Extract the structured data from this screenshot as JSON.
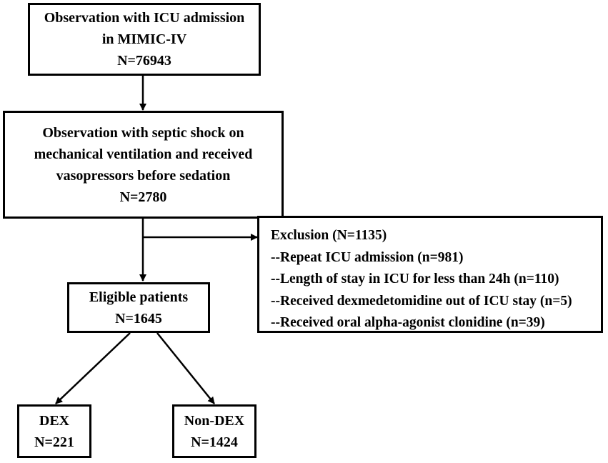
{
  "boxes": {
    "icu_admission": {
      "lines": [
        "Observation with ICU admission",
        "in MIMIC-IV",
        "N=76943"
      ]
    },
    "septic_shock": {
      "lines": [
        "Observation with septic shock on",
        "mechanical ventilation and received",
        "vasopressors before sedation",
        "N=2780"
      ]
    },
    "exclusion": {
      "lines": [
        "Exclusion (N=1135)",
        "--Repeat ICU admission (n=981)",
        "--Length of stay in ICU for less than 24h (n=110)",
        "--Received dexmedetomidine out of ICU stay (n=5)",
        "--Received oral alpha-agonist clonidine (n=39)"
      ]
    },
    "eligible": {
      "lines": [
        "Eligible patients",
        "N=1645"
      ]
    },
    "dex": {
      "lines": [
        "DEX",
        "N=221"
      ]
    },
    "non_dex": {
      "lines": [
        "Non-DEX",
        "N=1424"
      ]
    }
  },
  "colors": {
    "stroke": "#000000",
    "background": "#ffffff"
  }
}
